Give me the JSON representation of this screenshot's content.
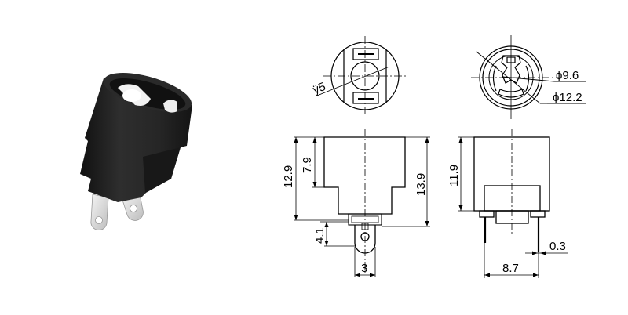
{
  "product_photo": {
    "description": "Black cylindrical DC power jack, 3D render, with two silver solder-lug terminals",
    "body_color": "#1f1f1f",
    "terminal_color": "#e4e4e4"
  },
  "views": {
    "top_view_front": {
      "diameter_label": "ÿ5"
    },
    "top_view_rear": {
      "inner_diameter_label": "ϕ9.6",
      "outer_diameter_label": "ϕ12.2"
    },
    "side_view_front": {
      "total_height_left_label": "12.9",
      "upper_height_label": "7.9",
      "total_height_right_label": "13.9",
      "terminal_length_label": "4.1",
      "terminal_width_label": "3"
    },
    "side_view_rear": {
      "height_label": "11.9",
      "pin_thickness_label": "0.3",
      "pin_spacing_label": "8.7"
    }
  },
  "colors": {
    "line": "#000000",
    "background": "#ffffff"
  }
}
